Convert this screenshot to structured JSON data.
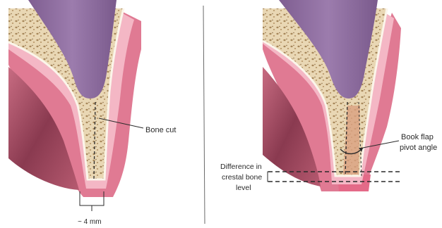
{
  "left_panel": {
    "annotations": {
      "bone_cut": "Bone cut",
      "width": "~ 4 mm"
    }
  },
  "right_panel": {
    "annotations": {
      "pivot_line1": "Book flap",
      "pivot_line2": "pivot angle",
      "crest_line1": "Difference in",
      "crest_line2": "crestal bone",
      "crest_line3": "level"
    }
  },
  "colors": {
    "tooth": "#8c6b9c",
    "bone": "#e9d7b4",
    "bone_dots": "#a7875a",
    "gum_outer": "#e07a93",
    "gum_inner": "#f4b7c5",
    "mucosa": "#9a4a5e",
    "lines": "#2a2a2a"
  }
}
